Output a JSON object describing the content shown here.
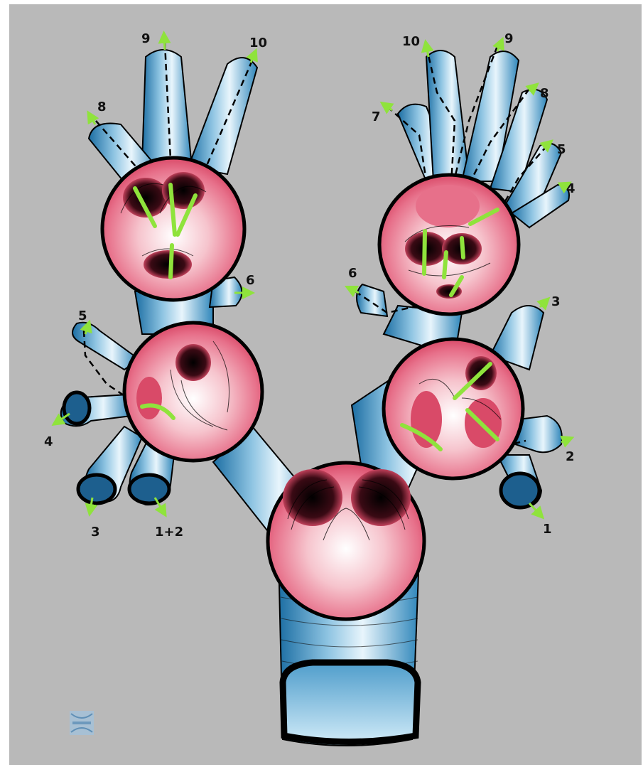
{
  "colors": {
    "background": "#b9b9b9",
    "airway_wall": "#8ec4e2",
    "mucosa": "#f3a8b5",
    "arrow": "#8fe33c",
    "outline": "#000000"
  },
  "left_upper_labels": {
    "b9": "9",
    "b10": "10",
    "b8": "8",
    "b6": "6"
  },
  "left_lower_labels": {
    "b5": "5",
    "b4": "4",
    "b3": "3",
    "b12": "1+2"
  },
  "right_upper_labels": {
    "b10": "10",
    "b9": "9",
    "b8": "8",
    "b7": "7",
    "b5": "5",
    "b4": "4",
    "b6": "6"
  },
  "right_lower_labels": {
    "b3": "3",
    "b2": "2",
    "b1": "1"
  },
  "watermark_icon": "logo-icon"
}
